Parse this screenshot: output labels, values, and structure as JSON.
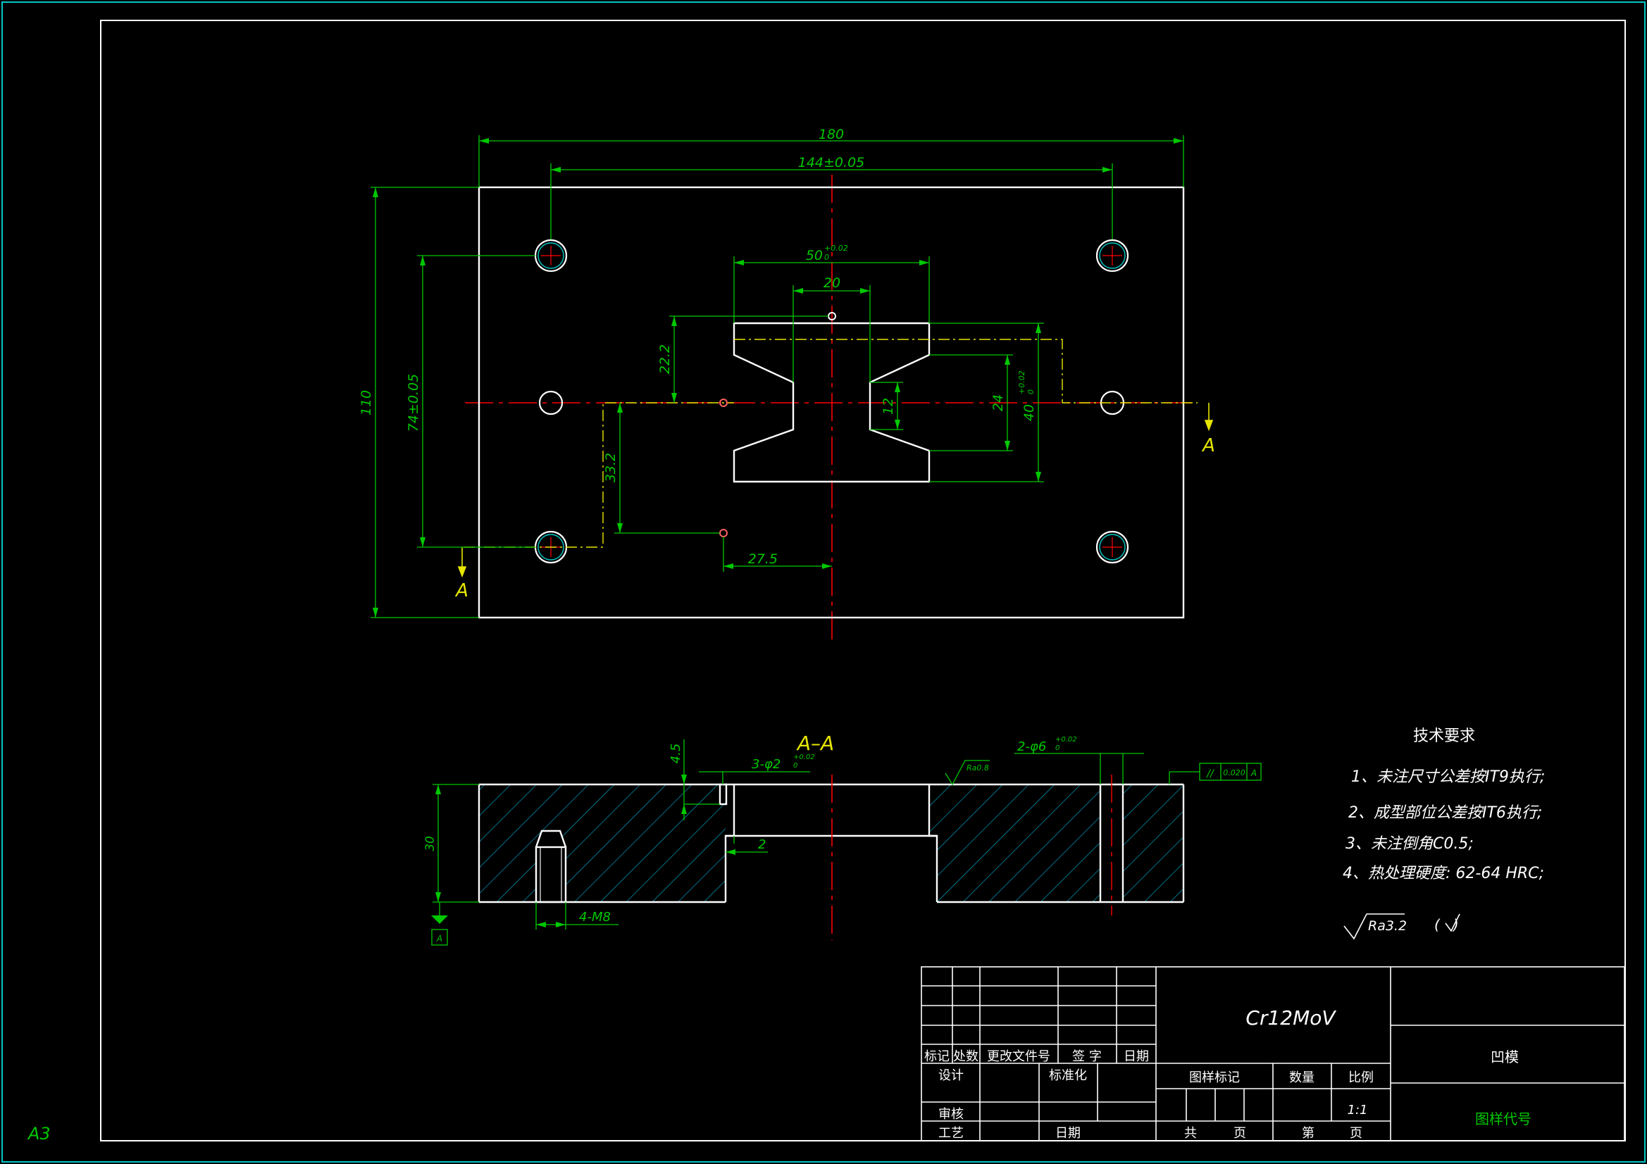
{
  "sheet": {
    "size_label": "A3"
  },
  "colors": {
    "background": "#000000",
    "outline": "#ffffff",
    "dimension": "#00c800",
    "centerline": "#ff0000",
    "hatch": "#00a0c0",
    "section_label": "#e6e600",
    "frame_cyan": "#00c8c8"
  },
  "plan_view": {
    "dims": {
      "overall_width": "180",
      "hole_spacing_x": "144±0.05",
      "cavity_width": "50",
      "cavity_width_tol": "+0.02",
      "cavity_width_tol_lower": "0",
      "neck_width": "20",
      "upper_pin_offset": "22.2",
      "lower_pin_offset": "33.2",
      "pin_x_offset": "27.5",
      "overall_height": "110",
      "hole_spacing_y": "74±0.05",
      "neck_height": "12",
      "waist_height": "24",
      "cavity_height": "40",
      "cavity_height_tol": "+0.02",
      "cavity_height_tol_lower": "0"
    },
    "section_marks": {
      "left": "A",
      "right": "A"
    }
  },
  "section_view": {
    "title": "A–A",
    "dims": {
      "depth_4_5": "4.5",
      "pin_holes": "3-φ2",
      "pin_holes_tol": "+0.02",
      "pin_holes_tol_lower": "0",
      "dowel_holes": "2-φ6",
      "dowel_holes_tol": "+0.02",
      "dowel_holes_tol_lower": "0",
      "thickness": "30",
      "step": "2",
      "threads": "4-M8"
    },
    "roughness_local": "Ra0.8",
    "parallelism": {
      "symbol": "//",
      "value": "0.020",
      "datum": "A"
    },
    "datum_label": "A"
  },
  "tech_requirements": {
    "title": "技术要求",
    "items": [
      "1、未注尺寸公差按IT9执行;",
      "2、成型部位公差按IT6执行;",
      "3、未注倒角C0.5;",
      "4、热处理硬度: 62-64 HRC;"
    ],
    "roughness_general": "Ra3.2",
    "roughness_paren": "(   )"
  },
  "title_block": {
    "material": "Cr12MoV",
    "part_name": "凹模",
    "drawing_code_label": "图样代号",
    "rev_headers": [
      "标记",
      "处数",
      "更改文件号",
      "签 字",
      "日期"
    ],
    "design": "设计",
    "standardization": "标准化",
    "review": "审核",
    "process": "工艺",
    "date": "日期",
    "mark_label": "图样标记",
    "quantity_label": "数量",
    "scale_label": "比例",
    "scale_value": "1:1",
    "total_label": "共",
    "page_label1": "页",
    "sheet_label": "第",
    "page_label2": "页"
  }
}
